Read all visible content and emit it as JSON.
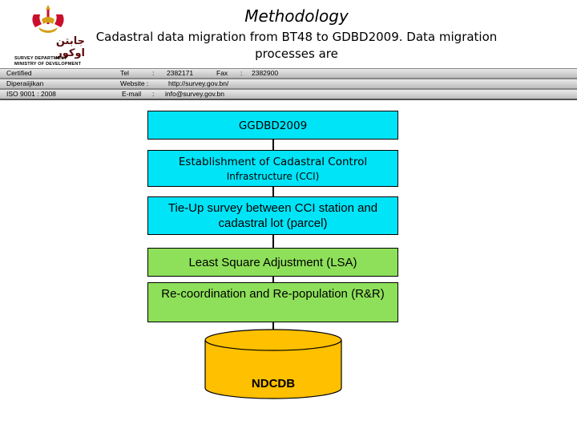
{
  "header": {
    "title": "Methodology",
    "subtitle": "Cadastral data migration from BT48 to GDBD2009. Data migration processes are",
    "logo_jawi": "جابتن اوكور",
    "department": "SURVEY DEPARTMENT",
    "ministry": "MINISTRY OF DEVELOPMENT"
  },
  "cert": {
    "certified": "Certified",
    "diperakui": "Diperaiijikan",
    "iso": "ISO 9001 : 2008",
    "tel_label": "Tel",
    "tel_sep": ":",
    "tel_value": "2382171",
    "fax_label": "Fax",
    "fax_sep": ":",
    "fax_value": "2382900",
    "website_label": "Website :",
    "website_value": "http://survey.gov.bn/",
    "email_label": "E-mail",
    "email_sep": ":",
    "email_value": "info@survey.gov.bn"
  },
  "diagram": {
    "step1": "GGDBD2009",
    "step2_line1": "Establishment of Cadastral Control",
    "step2_line2": "Infrastructure (CCI)",
    "step3": "Tie-Up survey between CCI station and cadastral lot (parcel)",
    "step4": "Least Square Adjustment (LSA)",
    "step5": "Re-coordination and Re-population (R&R)",
    "database": "NDCDB"
  },
  "colors": {
    "box_cyan": "#00e4f8",
    "box_green": "#8ee05a",
    "database_orange": "#ffc000"
  }
}
